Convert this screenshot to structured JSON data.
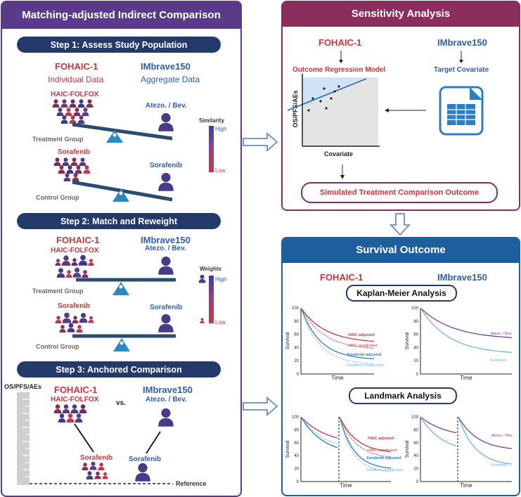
{
  "left": {
    "title": "Matching-adjusted Indirect Comparison",
    "step1": {
      "title": "Step 1: Assess Study Population",
      "fohaic": "FOHAIC-1",
      "fohaic_sub": "Individual Data",
      "imbrave": "IMbrave150",
      "imbrave_sub": "Aggregate Data",
      "haic": "HAIC-FOLFOX",
      "atezo": "Atezo. / Bev.",
      "treatment_group": "Treatment Group",
      "sorafenib_left": "Sorafenib",
      "sorafenib_right": "Sorafenib",
      "control_group": "Control Group",
      "legend_title": "Similarity",
      "legend_high": "High",
      "legend_low": "Low"
    },
    "step2": {
      "title": "Step 2: Match and Reweight",
      "fohaic": "FOHAIC-1",
      "imbrave": "IMbrave150",
      "haic": "HAIC-FOLFOX",
      "atezo": "Atezo. / Bev.",
      "treatment_group": "Treatment Group",
      "sorafenib_left": "Sorafenib",
      "sorafenib_right": "Sorafenib",
      "control_group": "Control Group",
      "legend_title": "Weights",
      "legend_high": "High",
      "legend_low": "Low"
    },
    "step3": {
      "title": "Step 3: Anchored Comparison",
      "axis_label": "OS/PFS/AEs",
      "fohaic": "FOHAIC-1",
      "imbrave": "IMbrave150",
      "haic": "HAIC-FOLFOX",
      "vs": "vs.",
      "atezo": "Atezo. / Bev.",
      "sorafenib_left": "Sorafenib",
      "sorafenib_right": "Sorafenib",
      "reference": "Reference"
    }
  },
  "sensitivity": {
    "title": "Sensitivity Analysis",
    "fohaic": "FOHAIC-1",
    "imbrave": "IMbrave150",
    "outcome_model": "Outcome Regression Model",
    "target_covariate": "Target Covariate",
    "y_label": "OS/PFS/AEs",
    "x_label": "Covariate",
    "result": "Simulated Treatment Comparison Outcome"
  },
  "survival": {
    "title": "Survival Outcome",
    "fohaic": "FOHAIC-1",
    "imbrave": "IMbrave150",
    "km_title": "Kaplan-Meier Analysis",
    "landmark_title": "Landmark Analysis",
    "y_label": "Survival",
    "x_label": "Time",
    "ticks": [
      "100",
      "80",
      "60",
      "40",
      "20",
      "0"
    ],
    "haic_adjusted": "HAIC adjusted",
    "haic_unadjusted": "HAIC unadjusted",
    "sorafenib_adjusted": "Sorafenib adjusted",
    "sorafenib_unadjusted": "Sorafenib unadjusted",
    "atezo_bev_km": "Atezo. / Bev.",
    "atezo_bev_lm": "Atezo. / Bev.",
    "sorafenib": "Sorafenib"
  },
  "colors": {
    "purple": "#5b3a8a",
    "navy": "#243a6b",
    "sensitivity_border": "#8b2e5e",
    "survival_blue": "#1d5f9e",
    "red": "#c8373d",
    "blue": "#2f5eaa",
    "teal": "#2a7ec4"
  }
}
